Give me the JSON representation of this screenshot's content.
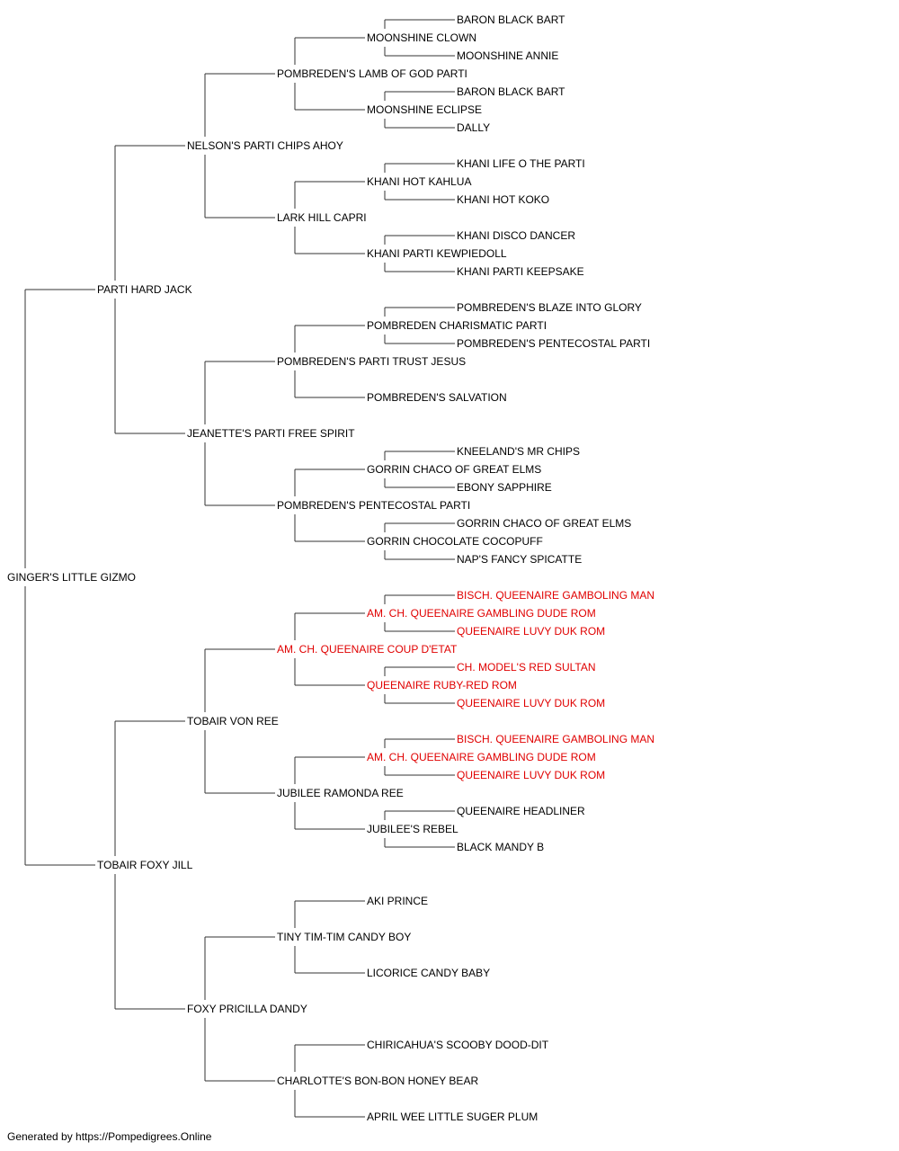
{
  "colors": {
    "line": "#333333",
    "text": "#000000",
    "highlight": "#e00000"
  },
  "footer": "Generated by https://Pompedigrees.Online",
  "pedigree": {
    "name": "GINGER'S LITTLE GIZMO",
    "sire": {
      "name": "PARTI HARD JACK",
      "sire": {
        "name": "NELSON'S PARTI CHIPS AHOY",
        "sire": {
          "name": "POMBREDEN'S LAMB OF GOD PARTI",
          "sire": {
            "name": "MOONSHINE CLOWN",
            "sire": {
              "name": "BARON BLACK BART"
            },
            "dam": {
              "name": "MOONSHINE ANNIE"
            }
          },
          "dam": {
            "name": "MOONSHINE ECLIPSE",
            "sire": {
              "name": "BARON BLACK BART"
            },
            "dam": {
              "name": "DALLY"
            }
          }
        },
        "dam": {
          "name": "LARK HILL CAPRI",
          "sire": {
            "name": "KHANI HOT KAHLUA",
            "sire": {
              "name": "KHANI LIFE O THE PARTI"
            },
            "dam": {
              "name": "KHANI HOT KOKO"
            }
          },
          "dam": {
            "name": "KHANI PARTI KEWPIEDOLL",
            "sire": {
              "name": "KHANI DISCO DANCER"
            },
            "dam": {
              "name": "KHANI PARTI KEEPSAKE"
            }
          }
        }
      },
      "dam": {
        "name": "JEANETTE'S PARTI FREE SPIRIT",
        "sire": {
          "name": "POMBREDEN'S PARTI TRUST JESUS",
          "sire": {
            "name": "POMBREDEN CHARISMATIC PARTI",
            "sire": {
              "name": "POMBREDEN'S BLAZE INTO GLORY"
            },
            "dam": {
              "name": "POMBREDEN'S PENTECOSTAL PARTI"
            }
          },
          "dam": {
            "name": "POMBREDEN'S SALVATION"
          }
        },
        "dam": {
          "name": "POMBREDEN'S PENTECOSTAL PARTI",
          "sire": {
            "name": "GORRIN CHACO OF GREAT ELMS",
            "sire": {
              "name": "KNEELAND'S MR CHIPS"
            },
            "dam": {
              "name": "EBONY SAPPHIRE"
            }
          },
          "dam": {
            "name": "GORRIN CHOCOLATE COCOPUFF",
            "sire": {
              "name": "GORRIN CHACO OF GREAT ELMS"
            },
            "dam": {
              "name": "NAP'S FANCY SPICATTE"
            }
          }
        }
      }
    },
    "dam": {
      "name": "TOBAIR FOXY JILL",
      "sire": {
        "name": "TOBAIR VON REE",
        "sire": {
          "name": "AM. CH. QUEENAIRE COUP D'ETAT",
          "hl": true,
          "sire": {
            "name": "AM. CH. QUEENAIRE GAMBLING DUDE ROM",
            "hl": true,
            "sire": {
              "name": "BISCH. QUEENAIRE GAMBOLING MAN",
              "hl": true
            },
            "dam": {
              "name": "QUEENAIRE LUVY DUK ROM",
              "hl": true
            }
          },
          "dam": {
            "name": "QUEENAIRE RUBY-RED ROM",
            "hl": true,
            "sire": {
              "name": "CH. MODEL'S RED SULTAN",
              "hl": true
            },
            "dam": {
              "name": "QUEENAIRE LUVY DUK ROM",
              "hl": true
            }
          }
        },
        "dam": {
          "name": "JUBILEE RAMONDA REE",
          "sire": {
            "name": "AM. CH. QUEENAIRE GAMBLING DUDE ROM",
            "hl": true,
            "sire": {
              "name": "BISCH. QUEENAIRE GAMBOLING MAN",
              "hl": true
            },
            "dam": {
              "name": "QUEENAIRE LUVY DUK ROM",
              "hl": true
            }
          },
          "dam": {
            "name": "JUBILEE'S REBEL",
            "sire": {
              "name": "QUEENAIRE HEADLINER"
            },
            "dam": {
              "name": "BLACK MANDY B"
            }
          }
        }
      },
      "dam": {
        "name": "FOXY PRICILLA DANDY",
        "sire": {
          "name": "TINY TIM-TIM CANDY BOY",
          "sire": {
            "name": "AKI PRINCE"
          },
          "dam": {
            "name": "LICORICE CANDY BABY"
          }
        },
        "dam": {
          "name": "CHARLOTTE'S BON-BON HONEY BEAR",
          "sire": {
            "name": "CHIRICAHUA'S SCOOBY DOOD-DIT"
          },
          "dam": {
            "name": "APRIL WEE LITTLE SUGER PLUM"
          }
        }
      }
    }
  }
}
